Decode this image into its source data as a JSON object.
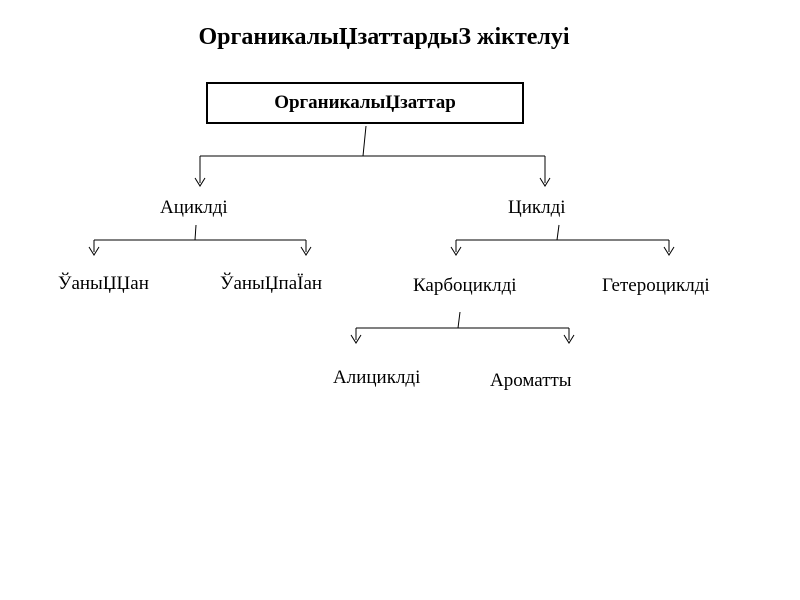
{
  "title": "ОрганикалыЏзаттардыЗ жіктелуі",
  "root": "ОрганикалыЏзаттар",
  "nodes": {
    "acyclic": "Ациклді",
    "cyclic": "Циклді",
    "saturated": "ЎаныЏЏан",
    "unsaturated": "ЎаныЏпаЇан",
    "carbocyclic": "Карбоциклді",
    "heterocyclic": "Гетероциклді",
    "alicyclic": "Алициклді",
    "aromatic": "Ароматты"
  }
}
